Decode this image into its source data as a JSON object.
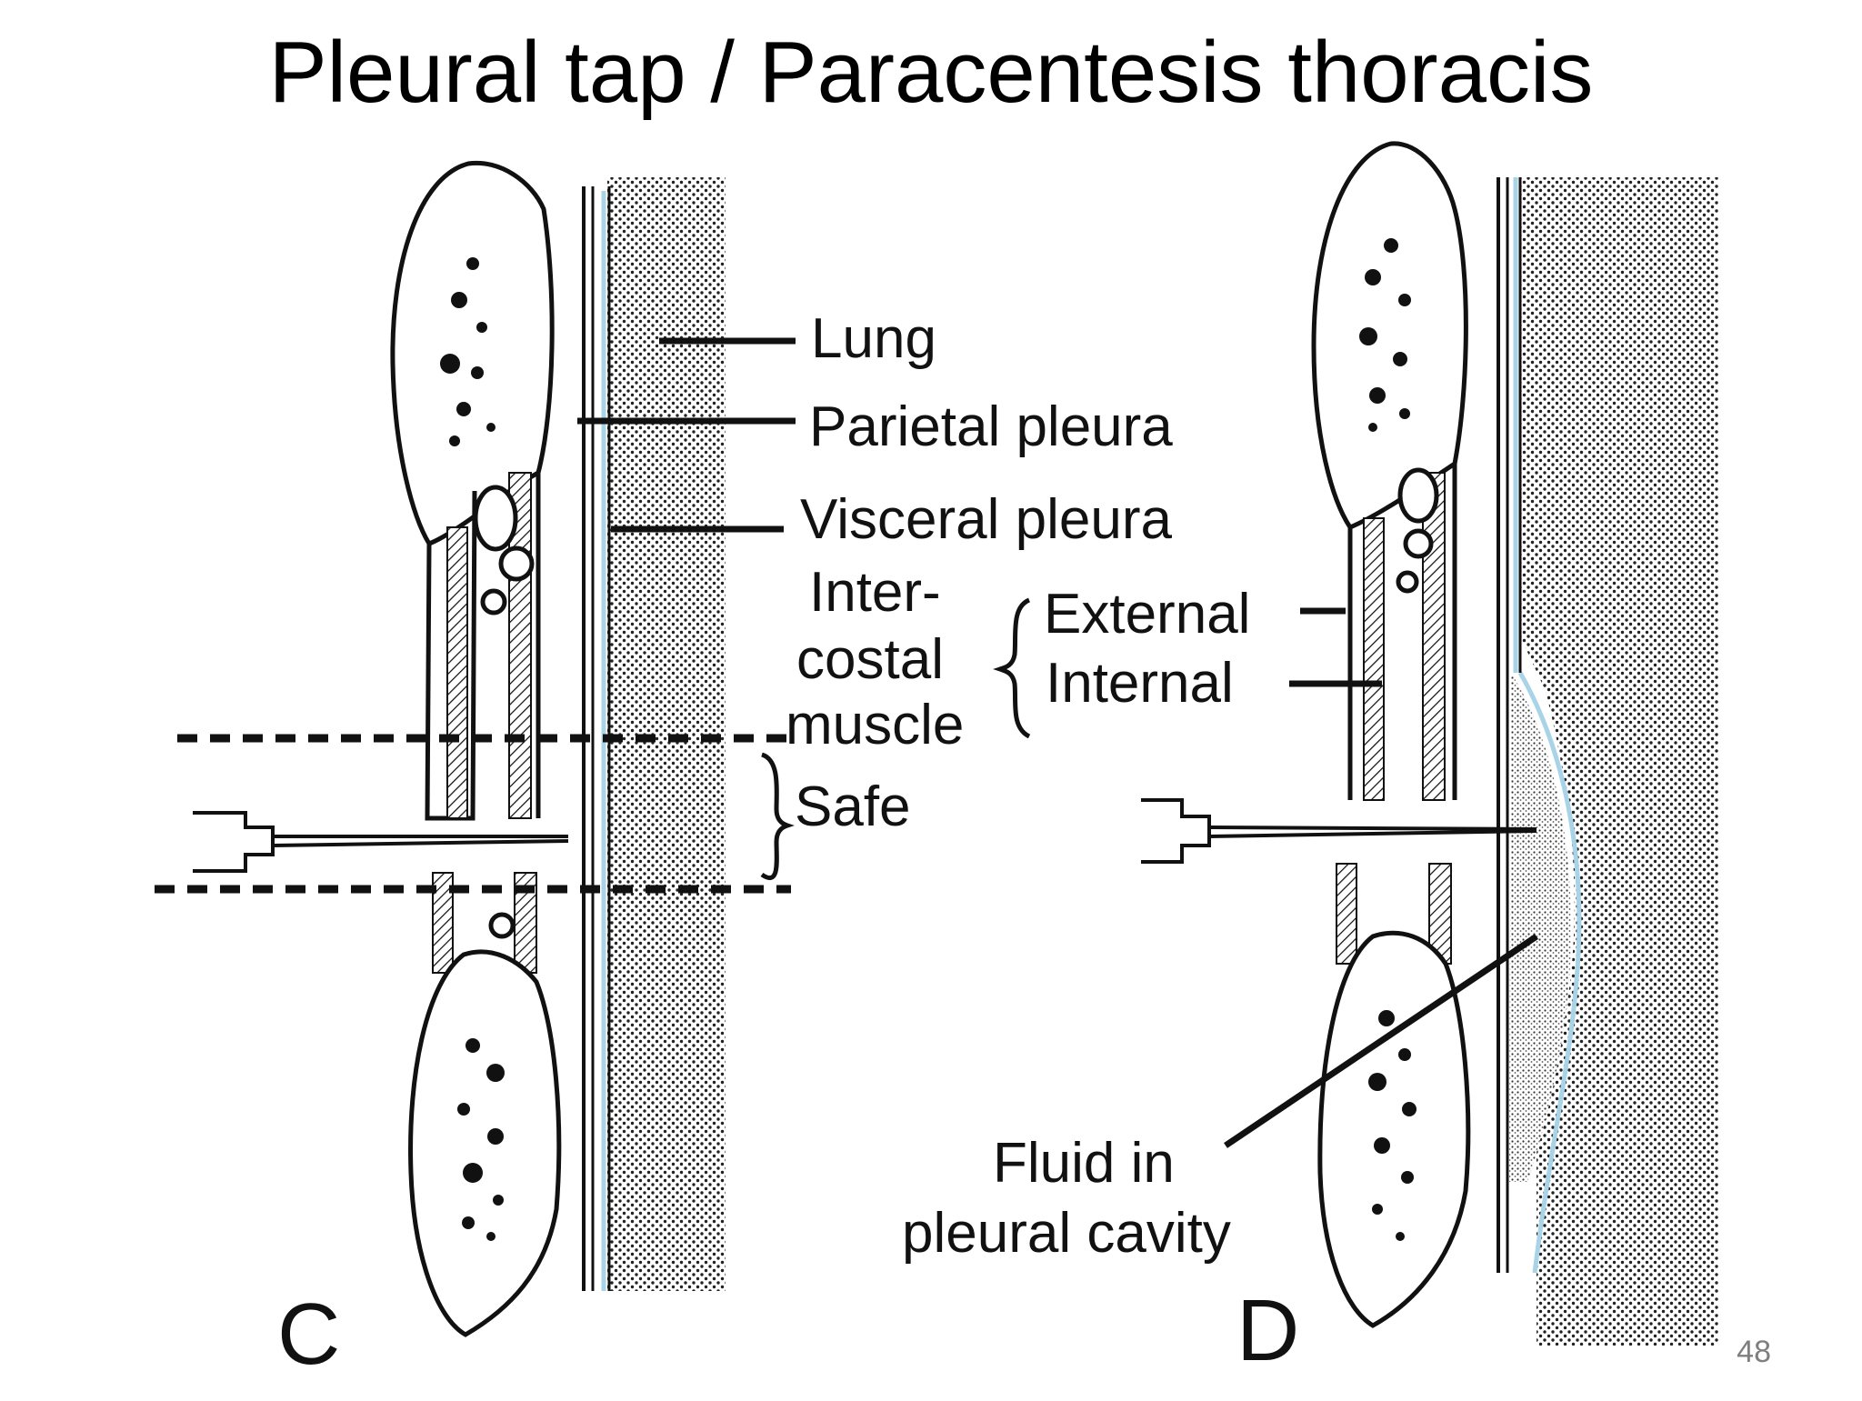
{
  "title": "Pleural tap / Paracentesis thoracis",
  "page_number": "48",
  "labels": {
    "lung": "Lung",
    "parietal_pleura": "Parietal pleura",
    "visceral_pleura": "Visceral pleura",
    "intercostal_1": "Inter-",
    "intercostal_2": "costal",
    "intercostal_3": "muscle",
    "external": "External",
    "internal": "Internal",
    "safe": "Safe",
    "fluid_1": "Fluid in",
    "fluid_2": "pleural cavity"
  },
  "panels": {
    "left": "C",
    "right": "D"
  },
  "colors": {
    "ink": "#111111",
    "pleura_blue": "#a9d3e6",
    "page_number": "#7f7f7f"
  }
}
